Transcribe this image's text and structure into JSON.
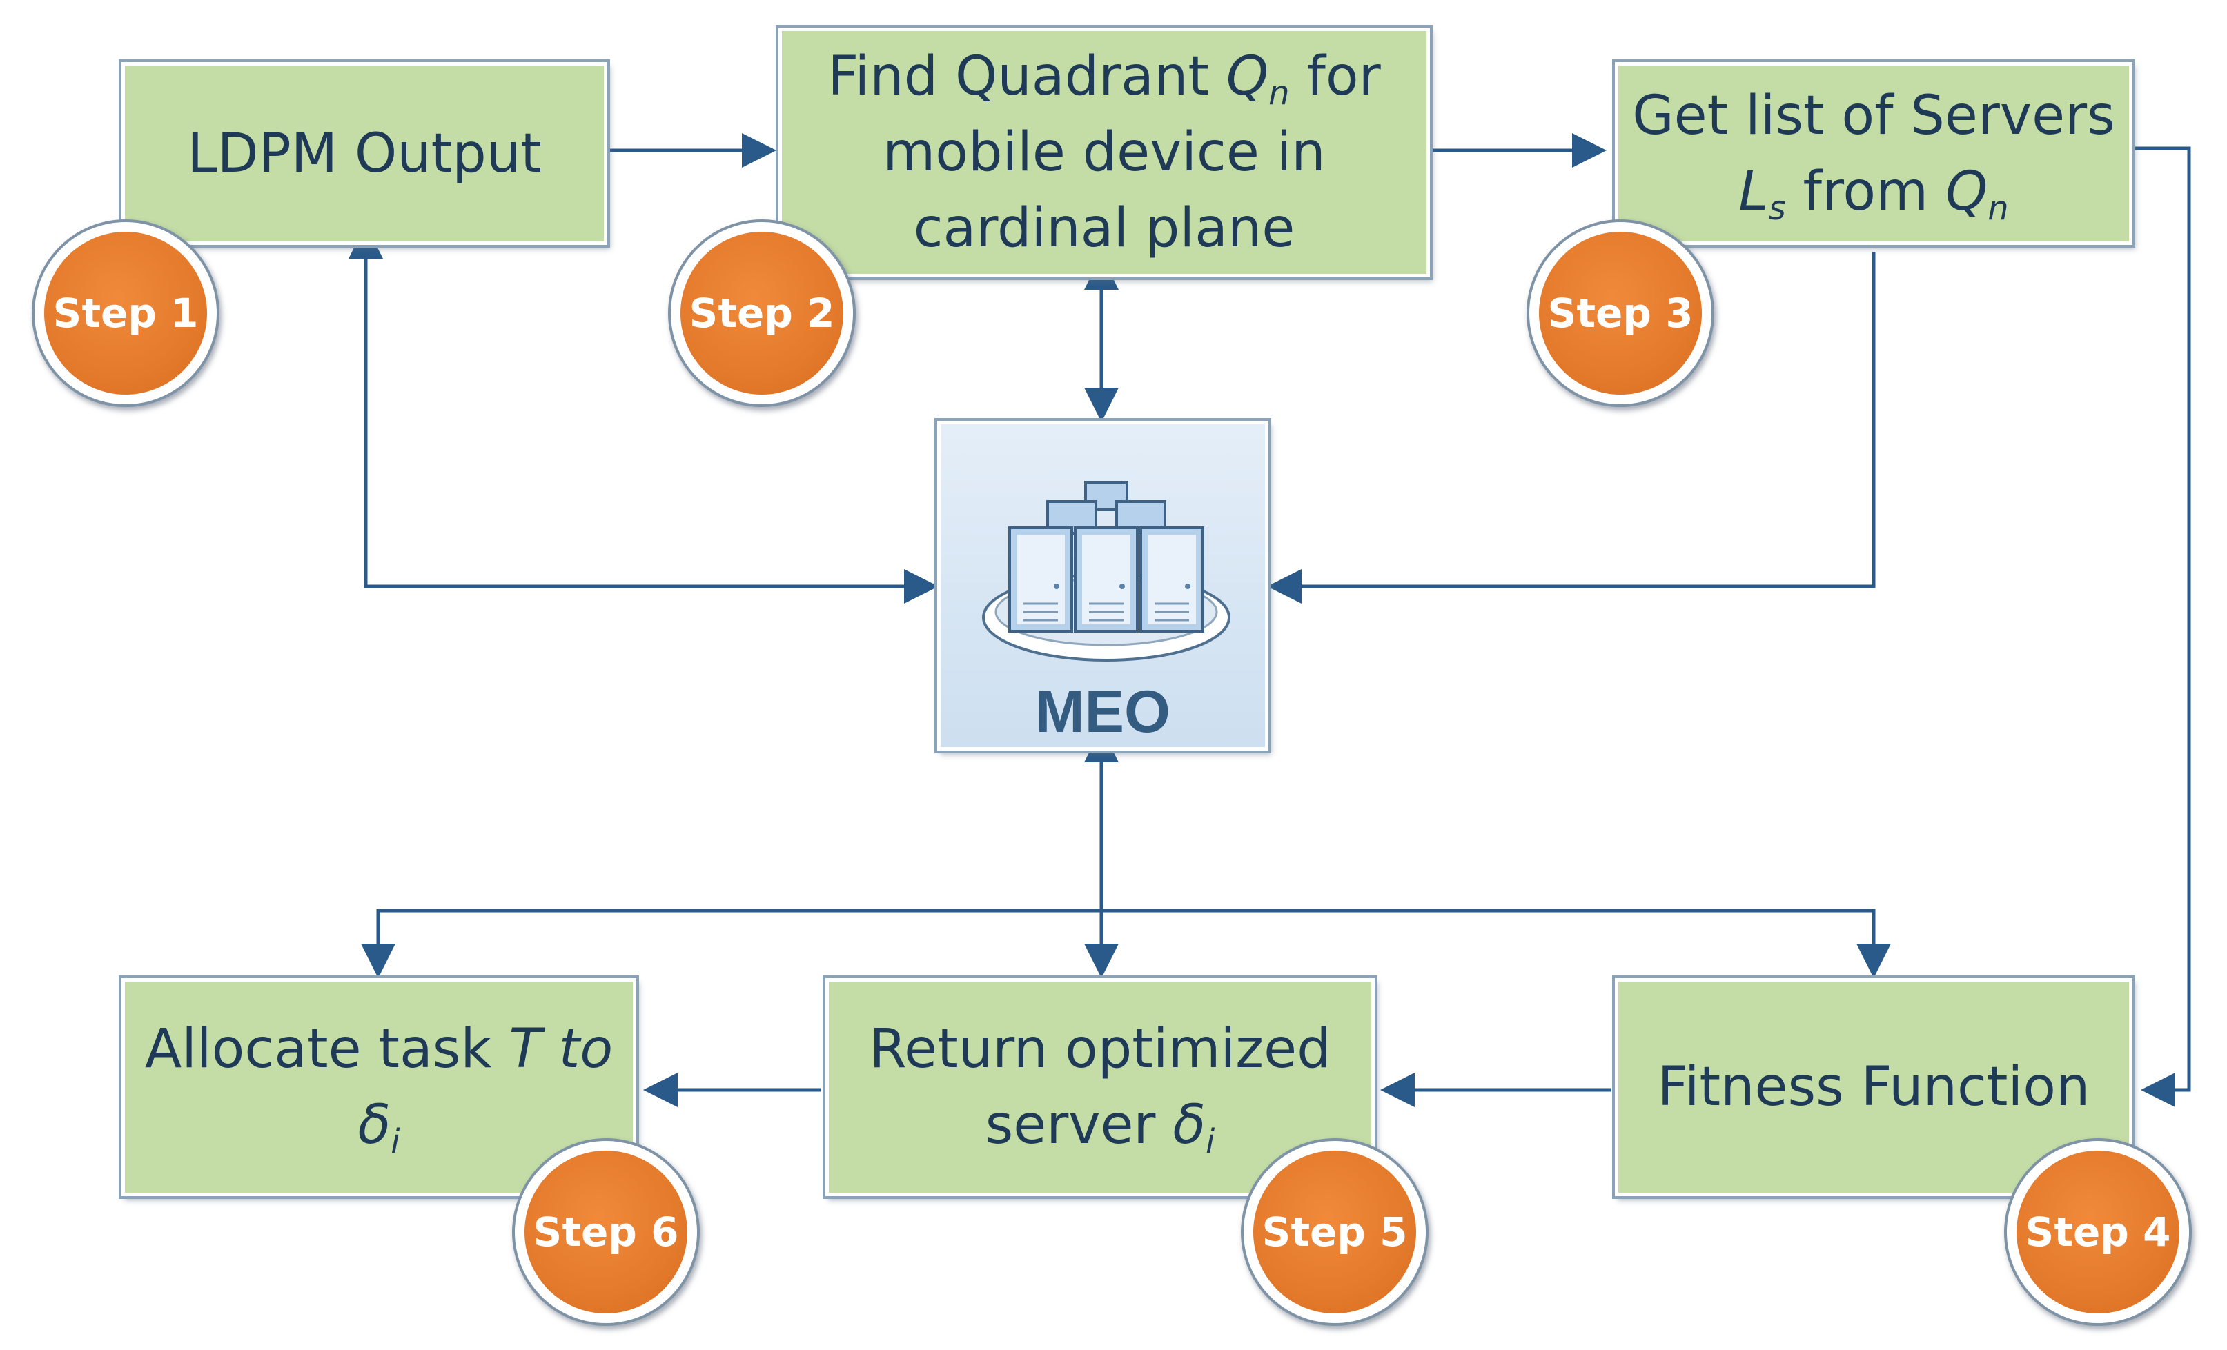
{
  "steps": [
    {
      "id": "step-1",
      "badge": "Step 1",
      "lines": [
        [
          "LDPM Output"
        ]
      ]
    },
    {
      "id": "step-2",
      "badge": "Step 2",
      "lines": [
        [
          "Find Quadrant ",
          {
            "i": "Q"
          },
          {
            "sub": "n"
          },
          " for"
        ],
        [
          "mobile device in"
        ],
        [
          "cardinal plane"
        ]
      ]
    },
    {
      "id": "step-3",
      "badge": "Step 3",
      "lines": [
        [
          "Get list of Servers"
        ],
        [
          {
            "i": "L"
          },
          {
            "sub": "s"
          },
          " from ",
          {
            "i": "Q"
          },
          {
            "sub": "n"
          }
        ]
      ]
    },
    {
      "id": "step-4",
      "badge": "Step 4",
      "lines": [
        [
          "Fitness Function"
        ]
      ]
    },
    {
      "id": "step-5",
      "badge": "Step 5",
      "lines": [
        [
          "Return optimized"
        ],
        [
          "server ",
          {
            "i": "δ"
          },
          {
            "sub": "i"
          }
        ]
      ]
    },
    {
      "id": "step-6",
      "badge": "Step 6",
      "lines": [
        [
          "Allocate task ",
          {
            "i": "T to δ"
          },
          {
            "sub": "i"
          }
        ]
      ]
    }
  ],
  "center": {
    "label": "MEO",
    "icon": "server-cluster-icon"
  },
  "colors": {
    "box_fill": "#c4dca6",
    "badge_fill": "#e47a2c",
    "arrow": "#2a5a8a",
    "text": "#1f3a56",
    "meo_fill": "#d7e6f4"
  }
}
